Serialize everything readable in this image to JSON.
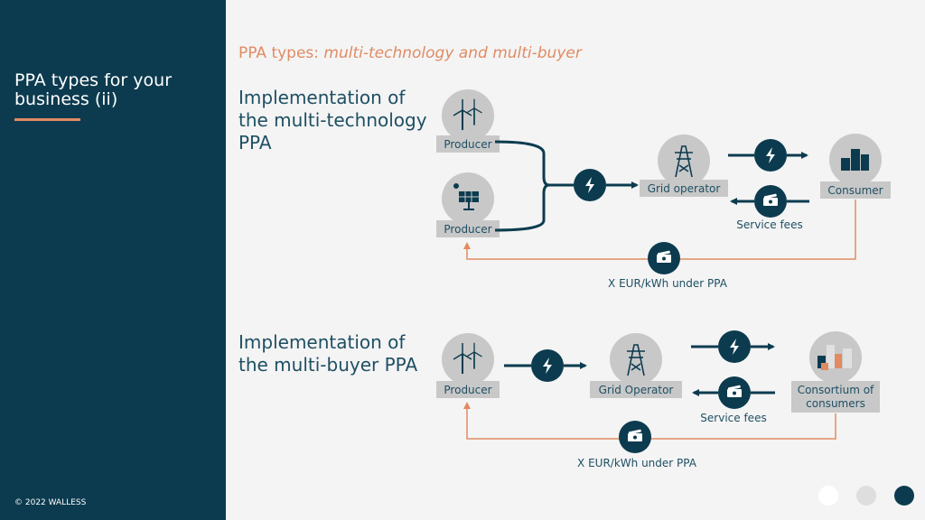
{
  "sidebar": {
    "title": "PPA types for your business (ii)",
    "copyright": "© 2022 WALLESS"
  },
  "header": {
    "subtitle_lead": "PPA types: ",
    "subtitle_em": "multi-technology and multi-buyer"
  },
  "section1": {
    "title": "Implementation of the multi-technology PPA",
    "producer_wind_label": "Producer",
    "producer_solar_label": "Producer",
    "grid_label": "Grid operator",
    "consumer_label": "Consumer",
    "service_fees": "Service fees",
    "payment": "X EUR/kWh under PPA"
  },
  "section2": {
    "title": "Implementation of the multi-buyer PPA",
    "producer_label": "Producer",
    "grid_label": "Grid Operator",
    "consortium_label_line1": "Consortium of",
    "consortium_label_line2": "consumers",
    "service_fees": "Service fees",
    "payment": "X EUR/kWh under PPA"
  },
  "colors": {
    "navy": "#0c3b4f",
    "accent": "#e08b63",
    "node_grey": "#c8c8c8",
    "text": "#1e4f63"
  },
  "icons": [
    "wind-turbine-icon",
    "solar-panel-icon",
    "transmission-tower-icon",
    "buildings-icon",
    "lightning-icon",
    "banknote-icon"
  ],
  "pagination": {
    "pages": 3,
    "current": 3
  }
}
